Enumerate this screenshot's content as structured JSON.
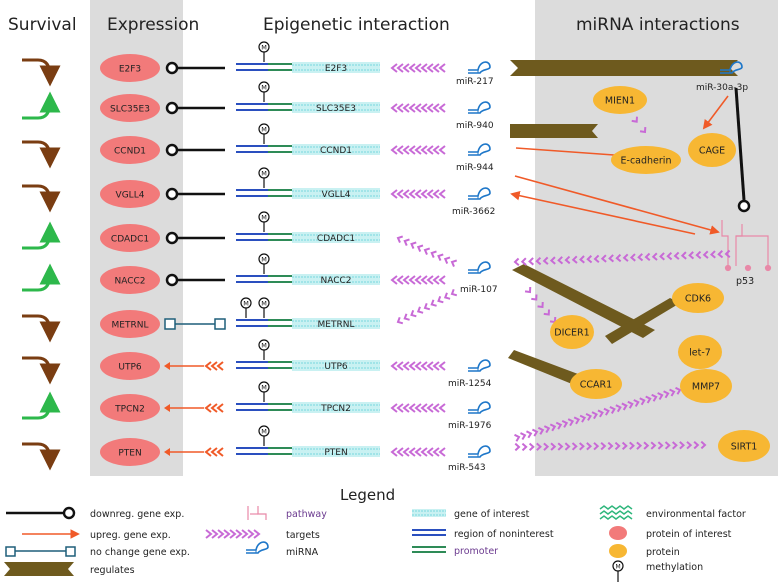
{
  "headers": {
    "survival": "Survival",
    "expression": "Expression",
    "epigenetic": "Epigenetic interaction",
    "mirna": "miRNA interactions",
    "legend": "Legend"
  },
  "colors": {
    "up_green": "#2db84b",
    "down_brown": "#7a3d12",
    "upreg_orange": "#f05a28",
    "regulates_olive": "#6e5a1e",
    "targets_pink": "#c86ad6",
    "gene_pink": "#f27a7a",
    "protein_yellow": "#f7b733",
    "panel_gray": "#dcdcdc"
  },
  "genes": [
    {
      "name": "E2F3",
      "survival": "down",
      "expression": "downreg",
      "methyl": 1
    },
    {
      "name": "SLC35E3",
      "survival": "up",
      "expression": "downreg",
      "methyl": 1
    },
    {
      "name": "CCND1",
      "survival": "down",
      "expression": "downreg",
      "methyl": 1
    },
    {
      "name": "VGLL4",
      "survival": "down",
      "expression": "downreg",
      "methyl": 1
    },
    {
      "name": "CDADC1",
      "survival": "up",
      "expression": "downreg",
      "methyl": 1
    },
    {
      "name": "NACC2",
      "survival": "up",
      "expression": "downreg",
      "methyl": 1
    },
    {
      "name": "METRNL",
      "survival": "down",
      "expression": "nochange",
      "methyl": 2
    },
    {
      "name": "UTP6",
      "survival": "down",
      "expression": "upreg",
      "methyl": 1
    },
    {
      "name": "TPCN2",
      "survival": "up",
      "expression": "upreg",
      "methyl": 1
    },
    {
      "name": "PTEN",
      "survival": "down",
      "expression": "upreg",
      "methyl": 1
    }
  ],
  "mirnas": [
    "miR-217",
    "miR-940",
    "miR-944",
    "miR-3662",
    "miR-107",
    "miR-1254",
    "miR-1976",
    "miR-543",
    "miR-30a-3p"
  ],
  "proteins": [
    "MIEN1",
    "E-cadherin",
    "CAGE",
    "CDK6",
    "DICER1",
    "let-7",
    "CCAR1",
    "MMP7",
    "SIRT1"
  ],
  "pathway_label": "p53",
  "legend": {
    "downreg": "downreg. gene exp.",
    "upreg": "upreg. gene exp.",
    "nochange": "no change gene exp.",
    "regulates": "regulates",
    "pathway": "pathway",
    "targets": "targets",
    "mirna": "miRNA",
    "gene_of_interest": "gene of interest",
    "region_noninterest": "region of noninterest",
    "promoter": "promoter",
    "env_factor": "environmental factor",
    "protein_of_interest": "protein of interest",
    "protein": "protein",
    "methylation": "methylation"
  }
}
